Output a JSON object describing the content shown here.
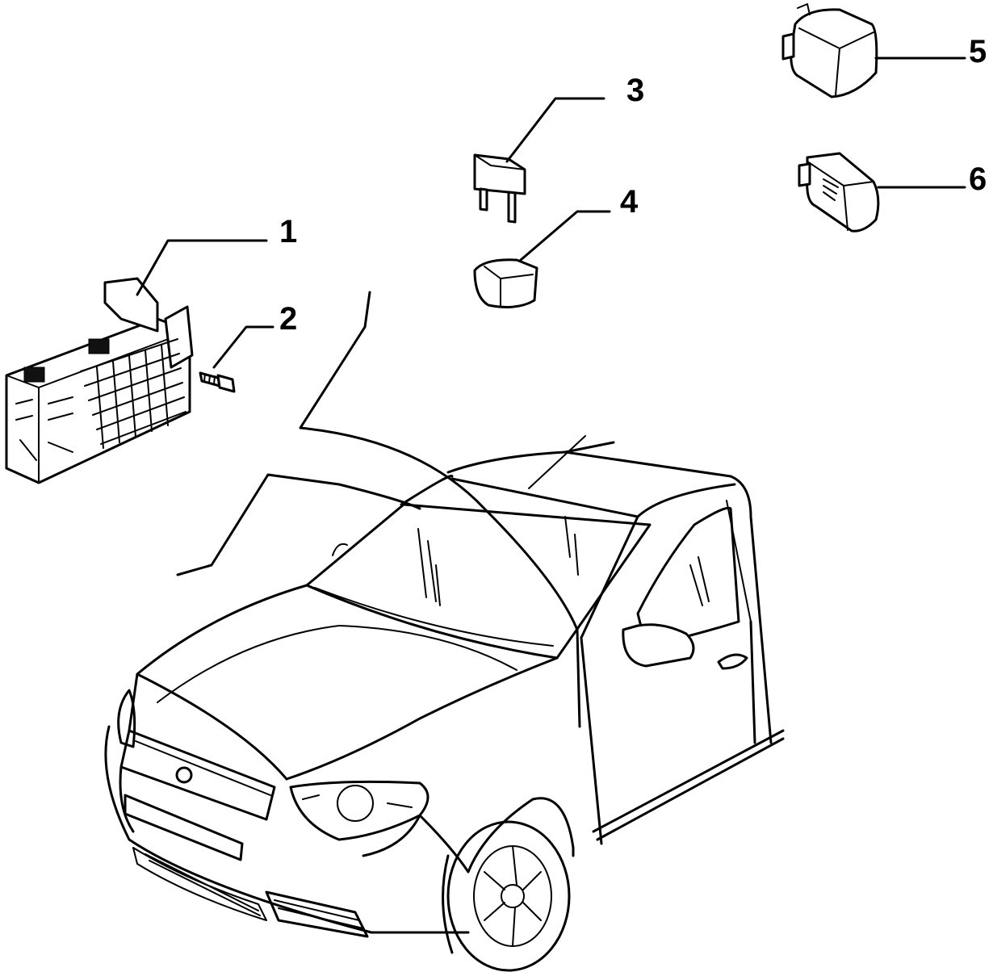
{
  "callouts": [
    {
      "id": "1",
      "label": "1"
    },
    {
      "id": "2",
      "label": "2"
    },
    {
      "id": "3",
      "label": "3"
    },
    {
      "id": "4",
      "label": "4"
    },
    {
      "id": "5",
      "label": "5"
    },
    {
      "id": "6",
      "label": "6"
    }
  ],
  "parts": {
    "p1": "fuse-box",
    "p2": "screw",
    "p3": "blade-fuse",
    "p4": "small-relay",
    "p5": "relay-large",
    "p6": "relay-flasher"
  }
}
